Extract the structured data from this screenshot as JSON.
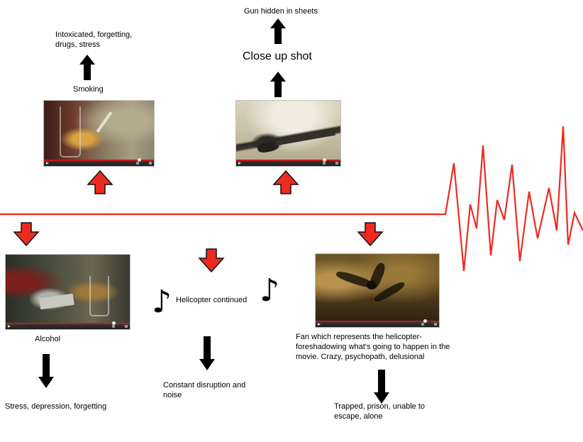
{
  "labels": {
    "gun_hidden": "Gun hidden in sheets",
    "close_up": "Close up shot",
    "intoxicated": "Intoxicated, forgetting, drugs, stress",
    "smoking": "Smoking",
    "alcohol": "Alcohol",
    "helicopter": "Helicopter continued",
    "fan": "Fan which represents the helicopter- foreshadowing what's going to happen in the movie. Crazy, psychopath, delusional",
    "stress": "Stress, depression, forgetting",
    "disruption": "Constant disruption and noise",
    "trapped": "Trapped, prison, unable to escape, alone"
  },
  "icons": {
    "music_note": "♪"
  },
  "colors": {
    "timeline": "#ee2a1f",
    "red_arrow_fill": "#ee2a1f",
    "arrow_black": "#000000"
  }
}
